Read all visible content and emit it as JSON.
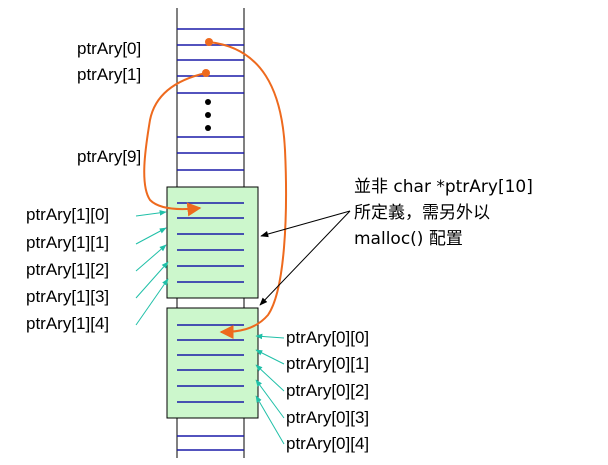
{
  "colors": {
    "slot_line": "#1a1aa8",
    "block_fill": "#ccf7cc",
    "arrow": "#ee6a1e",
    "teal_arrow": "#20c0a8",
    "ink": "#000000"
  },
  "pointer_labels": [
    "ptrAry[0]",
    "ptrAry[1]",
    "ptrAry[9]"
  ],
  "block1_labels": [
    "ptrAry[1][0]",
    "ptrAry[1][1]",
    "ptrAry[1][2]",
    "ptrAry[1][3]",
    "ptrAry[1][4]"
  ],
  "block0_labels": [
    "ptrAry[0][0]",
    "ptrAry[0][1]",
    "ptrAry[0][2]",
    "ptrAry[0][3]",
    "ptrAry[0][4]"
  ],
  "note_lines": [
    "並非 char *ptrAry[10]",
    "所定義，需另外以",
    "malloc() 配置"
  ]
}
